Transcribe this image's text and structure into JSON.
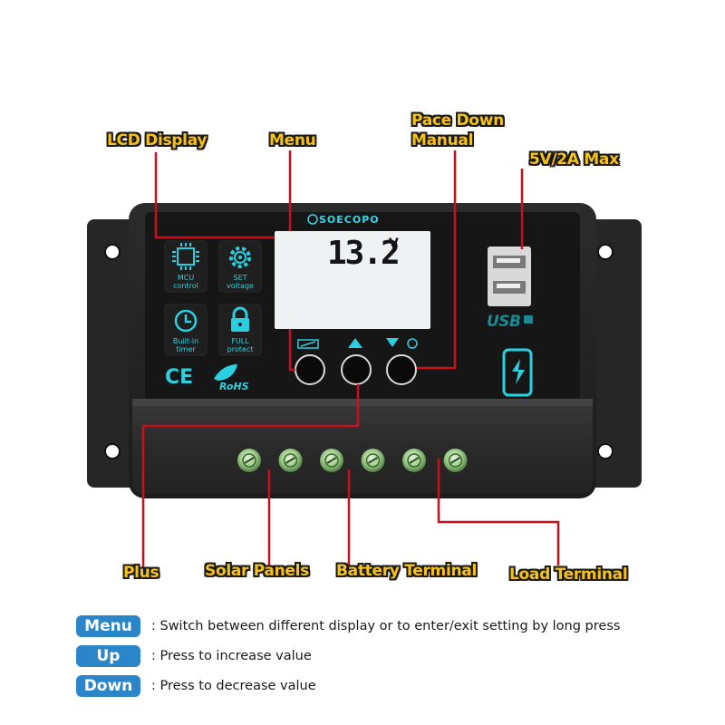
{
  "callouts": {
    "lcd_display": "LCD Display",
    "menu": "Menu",
    "pace_down_line1": "Pace Down",
    "pace_down_line2": "Manual",
    "usb_max": "5V/2A Max",
    "plus": "Plus",
    "solar_panels": "Solar Panels",
    "battery_terminal": "Battery Terminal",
    "load_terminal": "Load Terminal"
  },
  "device": {
    "brand": "SOECOPO",
    "lcd_reading": "13.2",
    "lcd_unit": "V",
    "features": [
      {
        "line1": "MCU",
        "line2": "control",
        "icon": "chip-icon"
      },
      {
        "line1": "SET",
        "line2": "voltage",
        "icon": "gear-icon"
      },
      {
        "line1": "Built-in",
        "line2": "timer",
        "icon": "clock-icon"
      },
      {
        "line1": "FULL",
        "line2": "protect",
        "icon": "lock-icon"
      }
    ],
    "usb_logo": "USB",
    "ce_mark": "CE",
    "rohs_mark": "RoHS",
    "terminal_count": 6
  },
  "legend": [
    {
      "key": "Menu",
      "description": ": Switch between different display or to enter/exit setting by long press"
    },
    {
      "key": "Up",
      "description": ": Press to increase value"
    },
    {
      "key": "Down",
      "description": ": Press to decrease value"
    }
  ],
  "colors": {
    "callout_text": "#f6c21a",
    "leader_line": "#c8101e",
    "accent_cyan": "#2ad0e0",
    "legend_key": "#2b86c9",
    "terminal_green": "#9fcf8a"
  }
}
